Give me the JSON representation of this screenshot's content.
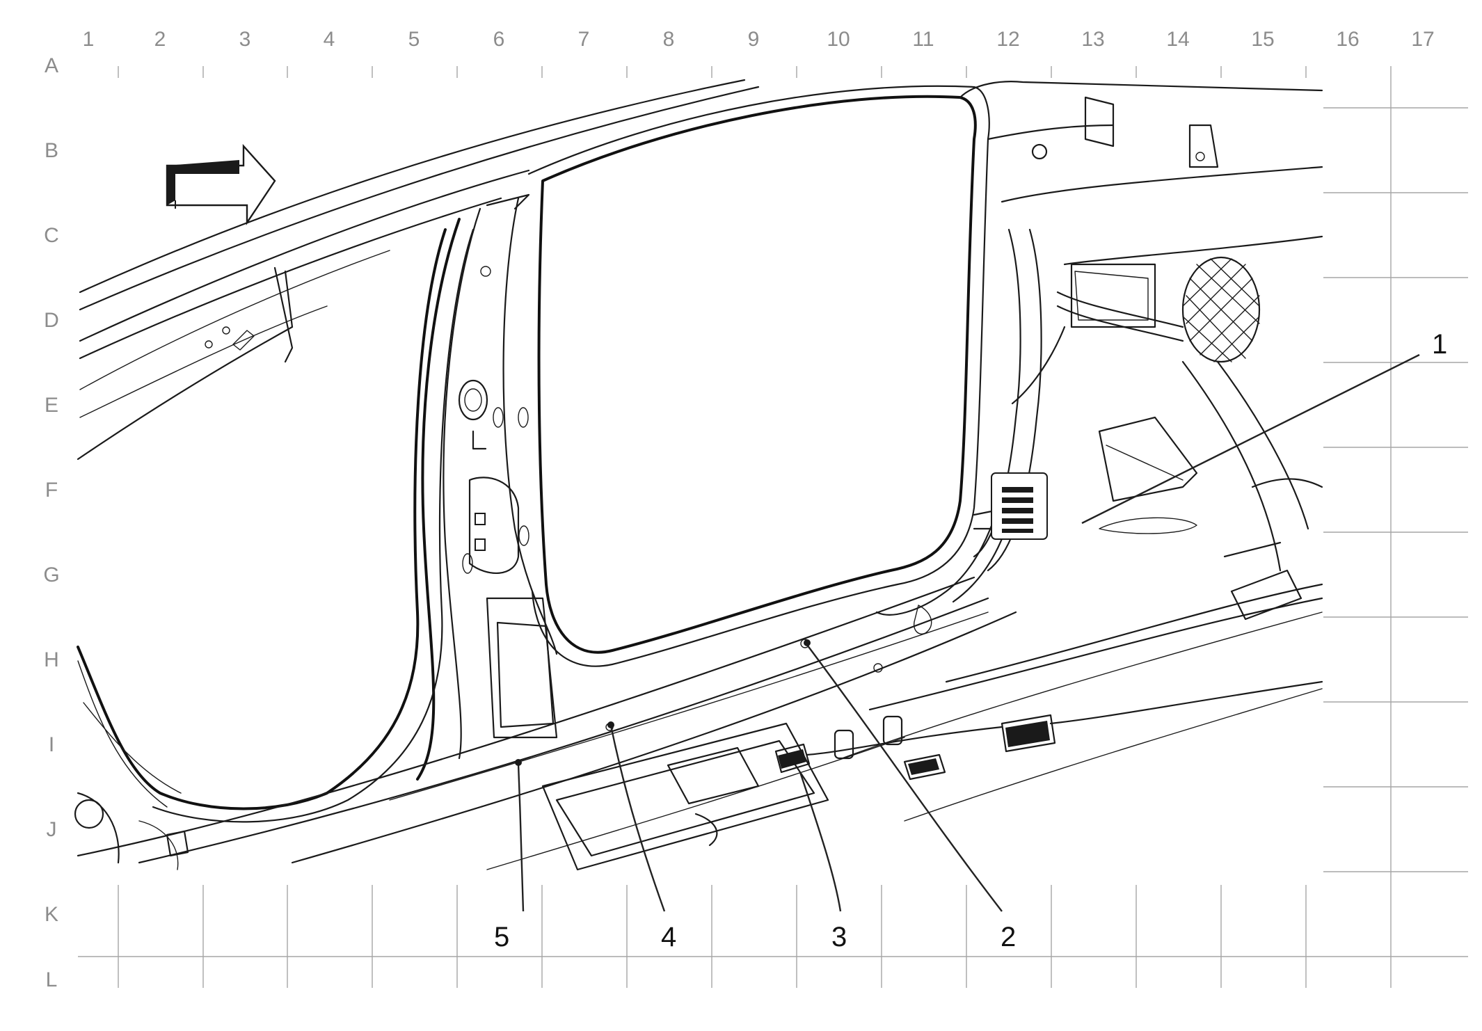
{
  "grid": {
    "columns": [
      "1",
      "2",
      "3",
      "4",
      "5",
      "6",
      "7",
      "8",
      "9",
      "10",
      "11",
      "12",
      "13",
      "14",
      "15",
      "16",
      "17"
    ],
    "rows": [
      "A",
      "B",
      "C",
      "D",
      "E",
      "F",
      "G",
      "H",
      "I",
      "J",
      "K",
      "L"
    ]
  },
  "callouts": [
    {
      "number": "1"
    },
    {
      "number": "2"
    },
    {
      "number": "3"
    },
    {
      "number": "4"
    },
    {
      "number": "5"
    }
  ],
  "icons": {
    "direction_arrow": "forward-arrow-icon"
  },
  "colors": {
    "linework": "#1a1a1a",
    "grid": "#a6a6a6",
    "grid_label": "#8c8c8c",
    "background": "#ffffff"
  }
}
